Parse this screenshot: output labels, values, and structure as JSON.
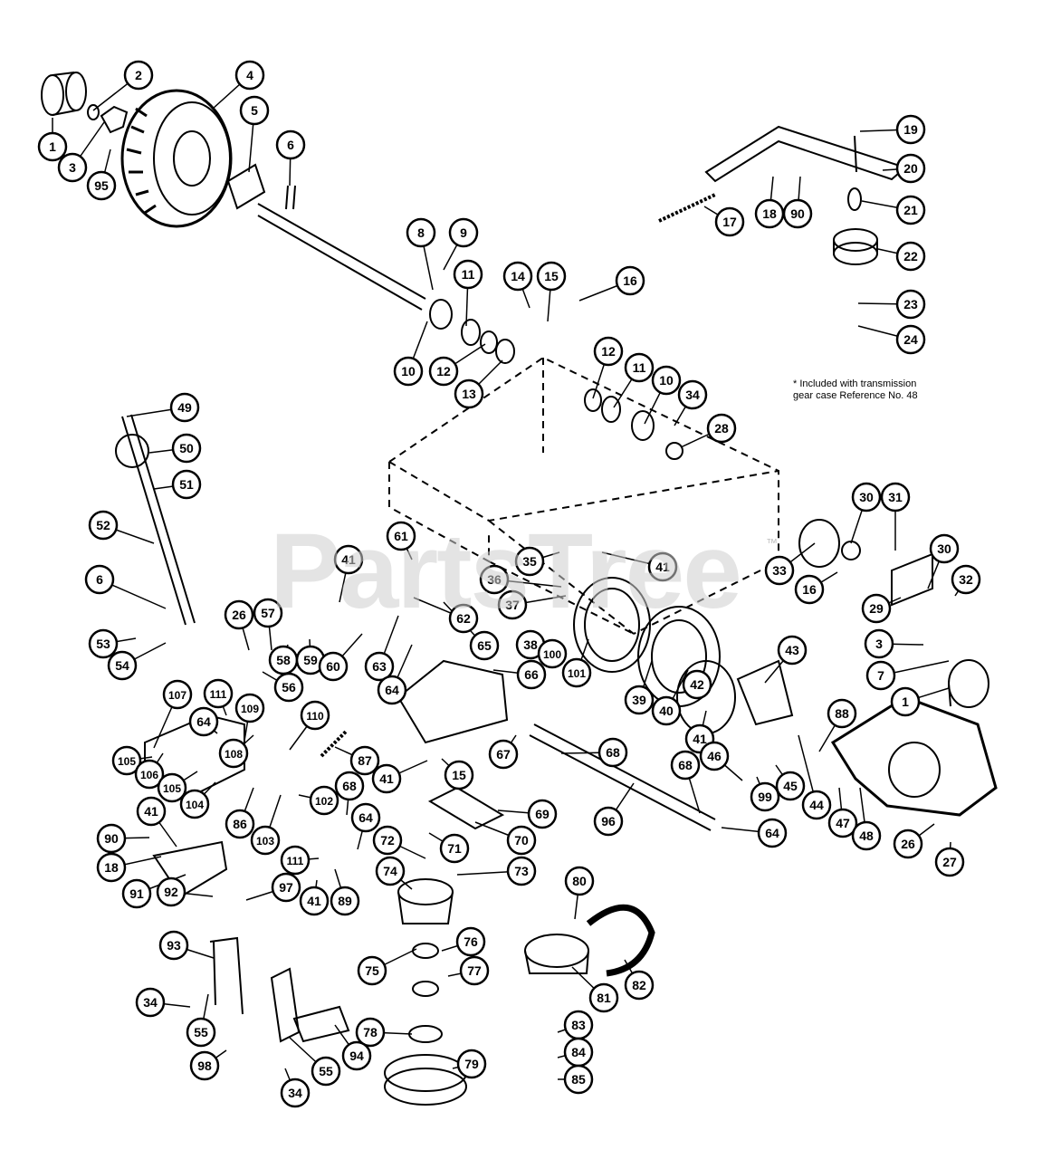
{
  "diagram": {
    "note_lines": [
      "* Included with transmission",
      "gear case Reference No. 48"
    ],
    "watermark": "PartsTree",
    "trademark": "™",
    "callouts": [
      {
        "id": "c-1a",
        "label": "1"
      },
      {
        "id": "c-2",
        "label": "2"
      },
      {
        "id": "c-3a",
        "label": "3"
      },
      {
        "id": "c-4",
        "label": "4"
      },
      {
        "id": "c-5",
        "label": "5"
      },
      {
        "id": "c-6a",
        "label": "6"
      },
      {
        "id": "c-95",
        "label": "95"
      },
      {
        "id": "c-8",
        "label": "8"
      },
      {
        "id": "c-9",
        "label": "9"
      },
      {
        "id": "c-11a",
        "label": "11"
      },
      {
        "id": "c-10a",
        "label": "10"
      },
      {
        "id": "c-12a",
        "label": "12"
      },
      {
        "id": "c-13",
        "label": "13"
      },
      {
        "id": "c-14",
        "label": "14"
      },
      {
        "id": "c-15a",
        "label": "15"
      },
      {
        "id": "c-16a",
        "label": "16"
      },
      {
        "id": "c-12b",
        "label": "12"
      },
      {
        "id": "c-11b",
        "label": "11"
      },
      {
        "id": "c-10b",
        "label": "10"
      },
      {
        "id": "c-34a",
        "label": "34"
      },
      {
        "id": "c-28",
        "label": "28"
      },
      {
        "id": "c-19",
        "label": "19"
      },
      {
        "id": "c-20",
        "label": "20"
      },
      {
        "id": "c-21",
        "label": "21"
      },
      {
        "id": "c-22",
        "label": "22"
      },
      {
        "id": "c-23",
        "label": "23"
      },
      {
        "id": "c-24",
        "label": "24"
      },
      {
        "id": "c-17",
        "label": "17"
      },
      {
        "id": "c-18a",
        "label": "18"
      },
      {
        "id": "c-90a",
        "label": "90"
      },
      {
        "id": "c-49",
        "label": "49"
      },
      {
        "id": "c-50",
        "label": "50"
      },
      {
        "id": "c-51",
        "label": "51"
      },
      {
        "id": "c-52",
        "label": "52"
      },
      {
        "id": "c-6b",
        "label": "6"
      },
      {
        "id": "c-53",
        "label": "53"
      },
      {
        "id": "c-54",
        "label": "54"
      },
      {
        "id": "c-26a",
        "label": "26"
      },
      {
        "id": "c-57",
        "label": "57"
      },
      {
        "id": "c-58",
        "label": "58"
      },
      {
        "id": "c-59",
        "label": "59"
      },
      {
        "id": "c-56",
        "label": "56"
      },
      {
        "id": "c-60",
        "label": "60"
      },
      {
        "id": "c-41a",
        "label": "41"
      },
      {
        "id": "c-61",
        "label": "61"
      },
      {
        "id": "c-62",
        "label": "62"
      },
      {
        "id": "c-63",
        "label": "63"
      },
      {
        "id": "c-64a",
        "label": "64"
      },
      {
        "id": "c-65",
        "label": "65"
      },
      {
        "id": "c-66",
        "label": "66"
      },
      {
        "id": "c-35",
        "label": "35"
      },
      {
        "id": "c-36",
        "label": "36"
      },
      {
        "id": "c-37",
        "label": "37"
      },
      {
        "id": "c-41b",
        "label": "41"
      },
      {
        "id": "c-38",
        "label": "38"
      },
      {
        "id": "c-100",
        "label": "100"
      },
      {
        "id": "c-101",
        "label": "101"
      },
      {
        "id": "c-39",
        "label": "39"
      },
      {
        "id": "c-40",
        "label": "40"
      },
      {
        "id": "c-42",
        "label": "42"
      },
      {
        "id": "c-43",
        "label": "43"
      },
      {
        "id": "c-41c",
        "label": "41"
      },
      {
        "id": "c-33",
        "label": "33"
      },
      {
        "id": "c-30a",
        "label": "30"
      },
      {
        "id": "c-31",
        "label": "31"
      },
      {
        "id": "c-16b",
        "label": "16"
      },
      {
        "id": "c-30b",
        "label": "30"
      },
      {
        "id": "c-32",
        "label": "32"
      },
      {
        "id": "c-29",
        "label": "29"
      },
      {
        "id": "c-3b",
        "label": "3"
      },
      {
        "id": "c-7",
        "label": "7"
      },
      {
        "id": "c-1b",
        "label": "1"
      },
      {
        "id": "c-88",
        "label": "88"
      },
      {
        "id": "c-46",
        "label": "46"
      },
      {
        "id": "c-45",
        "label": "45"
      },
      {
        "id": "c-99",
        "label": "99"
      },
      {
        "id": "c-44",
        "label": "44"
      },
      {
        "id": "c-47",
        "label": "47"
      },
      {
        "id": "c-48",
        "label": "48"
      },
      {
        "id": "c-26b",
        "label": "26"
      },
      {
        "id": "c-27",
        "label": "27"
      },
      {
        "id": "c-107",
        "label": "107"
      },
      {
        "id": "c-111a",
        "label": "111"
      },
      {
        "id": "c-64b",
        "label": "64"
      },
      {
        "id": "c-109",
        "label": "109"
      },
      {
        "id": "c-110",
        "label": "110"
      },
      {
        "id": "c-105a",
        "label": "105"
      },
      {
        "id": "c-106",
        "label": "106"
      },
      {
        "id": "c-108",
        "label": "108"
      },
      {
        "id": "c-105b",
        "label": "105"
      },
      {
        "id": "c-104",
        "label": "104"
      },
      {
        "id": "c-87",
        "label": "87"
      },
      {
        "id": "c-86",
        "label": "86"
      },
      {
        "id": "c-103",
        "label": "103"
      },
      {
        "id": "c-102",
        "label": "102"
      },
      {
        "id": "c-68a",
        "label": "68"
      },
      {
        "id": "c-41d",
        "label": "41"
      },
      {
        "id": "c-15b",
        "label": "15"
      },
      {
        "id": "c-67",
        "label": "67"
      },
      {
        "id": "c-68b",
        "label": "68"
      },
      {
        "id": "c-68c",
        "label": "68"
      },
      {
        "id": "c-69",
        "label": "69"
      },
      {
        "id": "c-96",
        "label": "96"
      },
      {
        "id": "c-64c",
        "label": "64"
      },
      {
        "id": "c-70",
        "label": "70"
      },
      {
        "id": "c-71",
        "label": "71"
      },
      {
        "id": "c-72",
        "label": "72"
      },
      {
        "id": "c-64d",
        "label": "64"
      },
      {
        "id": "c-73",
        "label": "73"
      },
      {
        "id": "c-74",
        "label": "74"
      },
      {
        "id": "c-111b",
        "label": "111"
      },
      {
        "id": "c-41e",
        "label": "41"
      },
      {
        "id": "c-89",
        "label": "89"
      },
      {
        "id": "c-90b",
        "label": "90"
      },
      {
        "id": "c-41f",
        "label": "41"
      },
      {
        "id": "c-18b",
        "label": "18"
      },
      {
        "id": "c-91",
        "label": "91"
      },
      {
        "id": "c-92",
        "label": "92"
      },
      {
        "id": "c-97",
        "label": "97"
      },
      {
        "id": "c-80",
        "label": "80"
      },
      {
        "id": "c-82",
        "label": "82"
      },
      {
        "id": "c-81",
        "label": "81"
      },
      {
        "id": "c-75",
        "label": "75"
      },
      {
        "id": "c-76",
        "label": "76"
      },
      {
        "id": "c-77",
        "label": "77"
      },
      {
        "id": "c-78",
        "label": "78"
      },
      {
        "id": "c-79",
        "label": "79"
      },
      {
        "id": "c-83",
        "label": "83"
      },
      {
        "id": "c-84",
        "label": "84"
      },
      {
        "id": "c-85",
        "label": "85"
      },
      {
        "id": "c-93",
        "label": "93"
      },
      {
        "id": "c-34b",
        "label": "34"
      },
      {
        "id": "c-55a",
        "label": "55"
      },
      {
        "id": "c-98",
        "label": "98"
      },
      {
        "id": "c-55b",
        "label": "55"
      },
      {
        "id": "c-94",
        "label": "94"
      },
      {
        "id": "c-34c",
        "label": "34"
      }
    ]
  }
}
